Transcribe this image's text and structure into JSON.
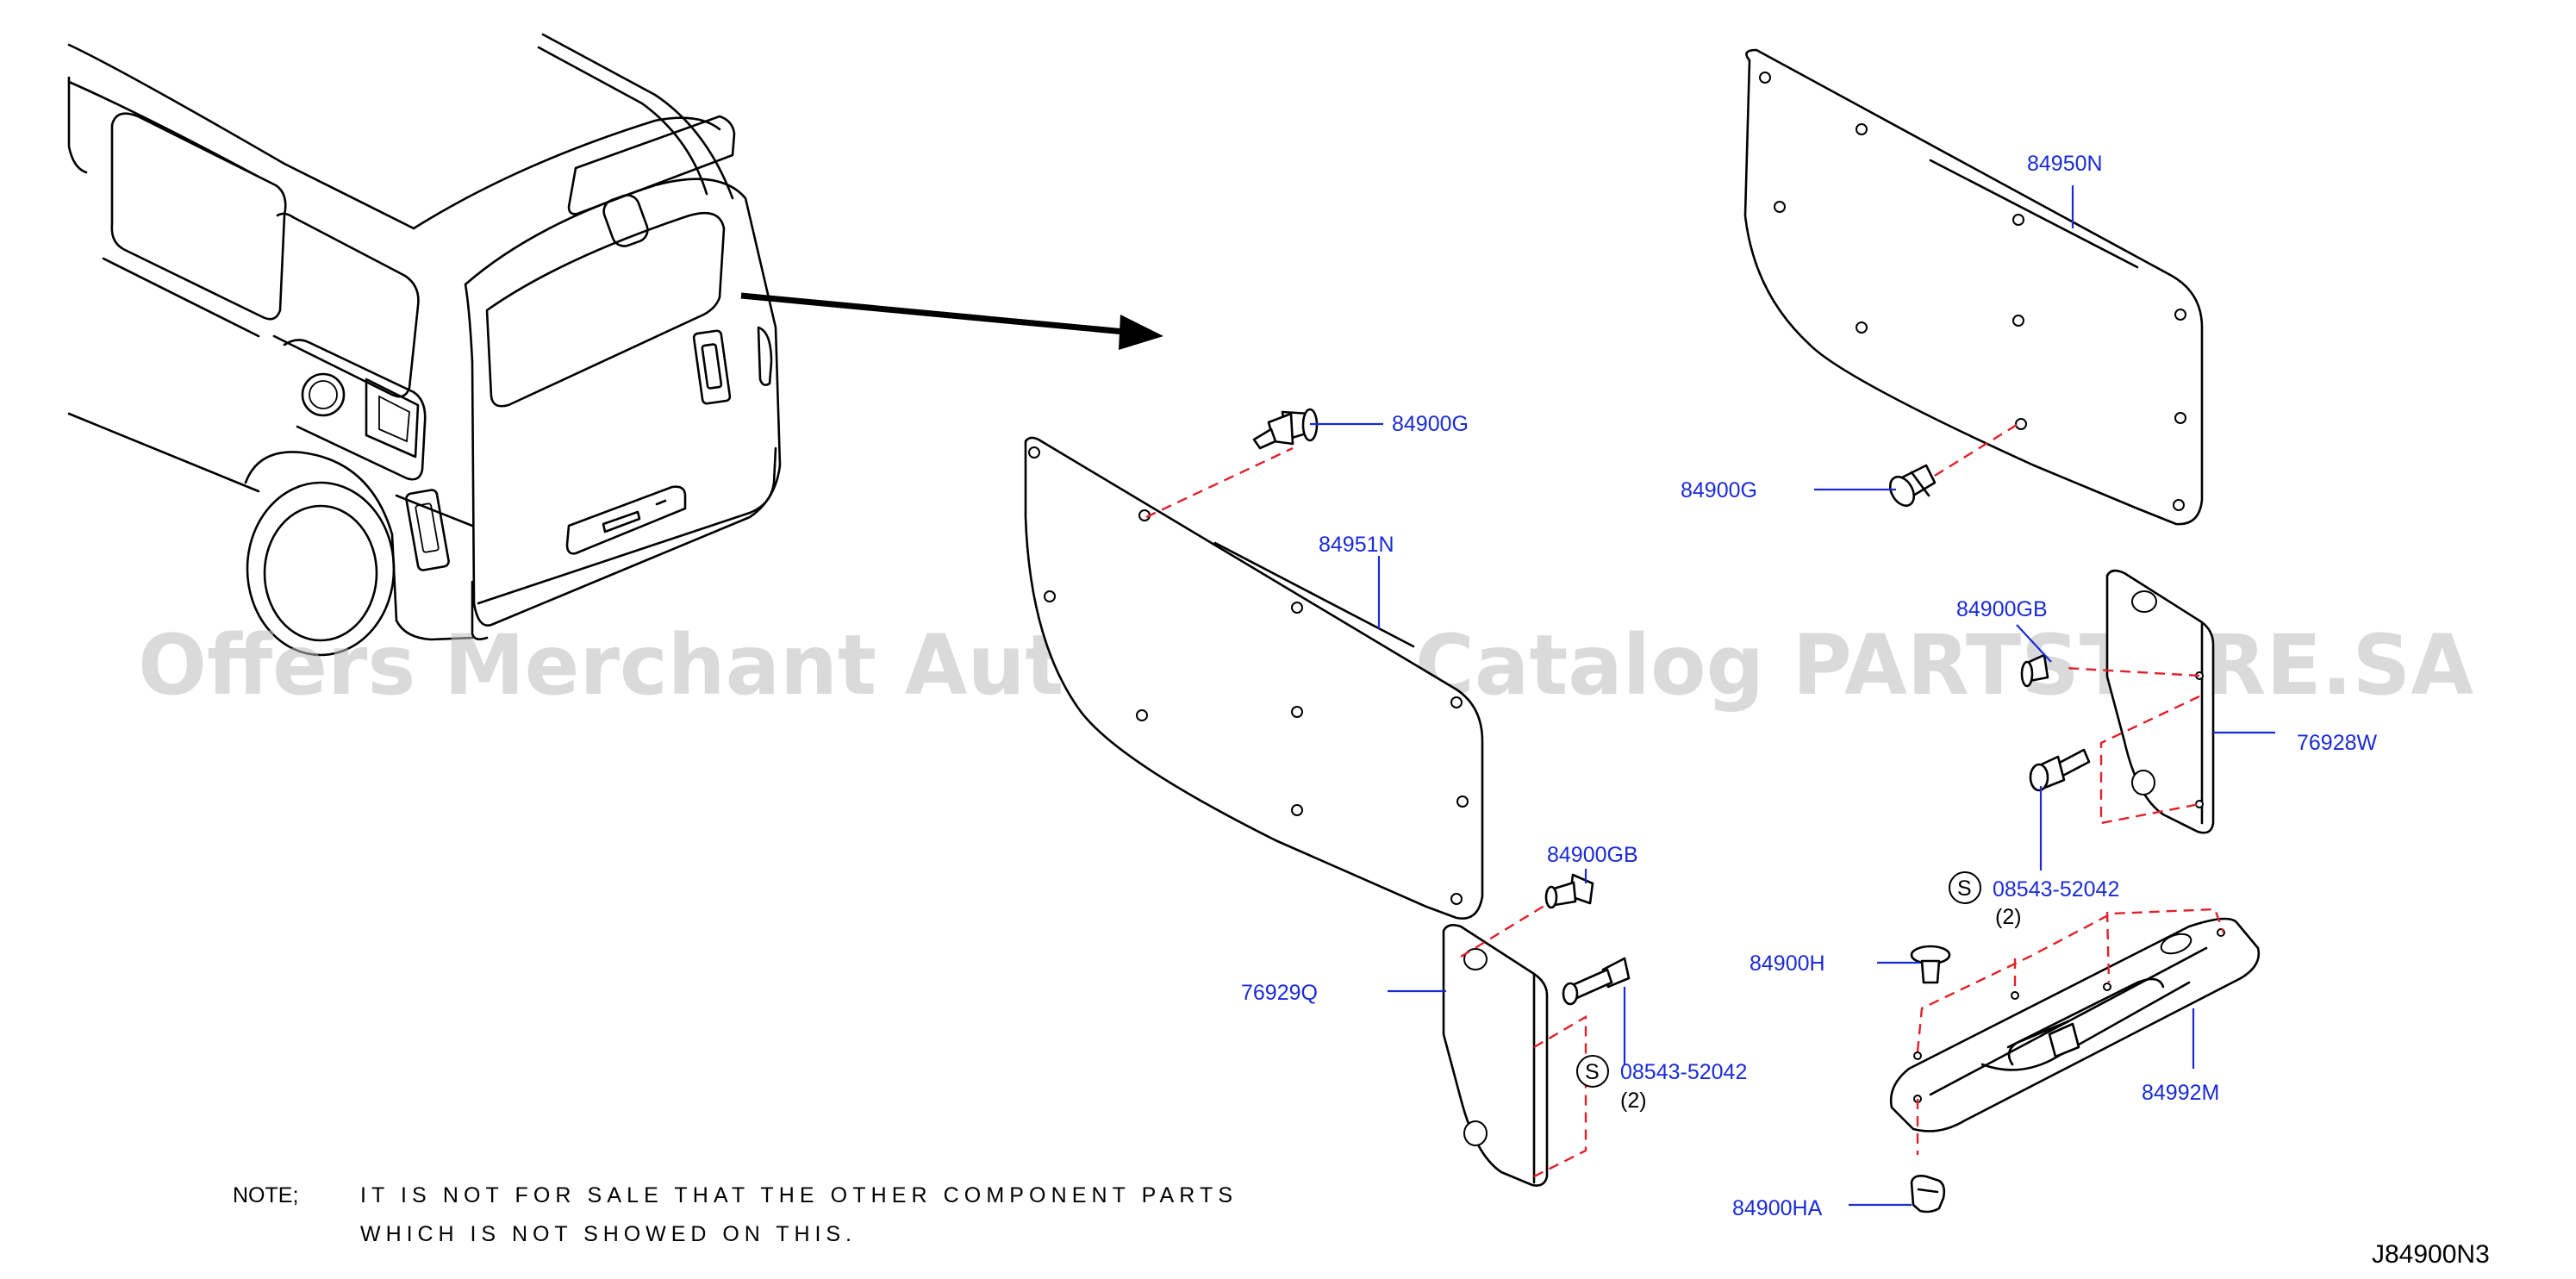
{
  "watermark": "Offers Merchant Auto Parts Catalog PARTSTORE.SA",
  "labels": {
    "p84950N": "84950N",
    "p84900G_top": "84900G",
    "p84900G_left": "84900G",
    "p84951N": "84951N",
    "p84900GB_right": "84900GB",
    "p76928W": "76928W",
    "p08543_right": "08543-52042",
    "qty_right": "(2)",
    "p84900GB_left": "84900GB",
    "p76929Q": "76929Q",
    "p08543_left": "08543-52042",
    "qty_left": "(2)",
    "p84900H": "84900H",
    "p84992M": "84992M",
    "p84900HA": "84900HA"
  },
  "symbols": {
    "s_right": "S",
    "s_left": "S"
  },
  "note": {
    "prefix": "NOTE;",
    "line1": "IT IS NOT FOR SALE THAT THE OTHER COMPONENT PARTS",
    "line2": "WHICH IS NOT SHOWED ON THIS."
  },
  "diagram_code": "J84900N3"
}
